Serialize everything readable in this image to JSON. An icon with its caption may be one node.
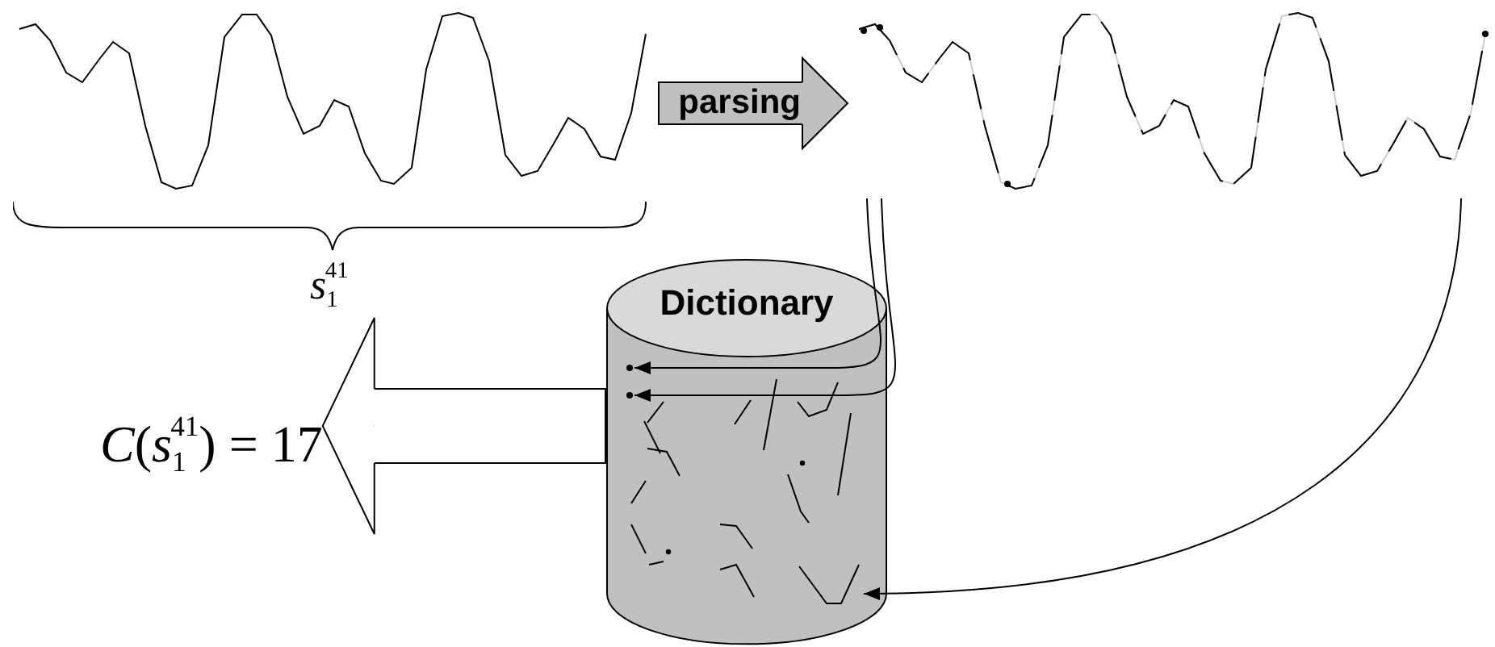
{
  "diagram": {
    "nodes": [
      {
        "text": [],
        "shape": "picture"
      },
      {
        "text": [],
        "shape": "picture"
      },
      {
        "text": [
          "Dictionary"
        ]
      },
      {
        "text": [],
        "shape": "circle",
        "in": 2
      },
      {
        "text": [],
        "shape": "circle",
        "in": 2
      },
      {
        "text": [],
        "shape": "line",
        "in": 2
      },
      {
        "text": [
          "*C*(*s*$_{1}$$^{41}$) = 17"
        ]
      }
    ],
    "edges": [
      {
        "from": 0,
        "to": 1,
        "arrow": "to",
        "label": "parsing"
      },
      {
        "from": 1,
        "to": 3,
        "arrow": "to"
      },
      {
        "from": 1,
        "to": 4,
        "arrow": "to"
      },
      {
        "from": 1,
        "to": 5,
        "arrow": "to"
      },
      {
        "from": 2,
        "to": 6,
        "arrow": "to"
      }
    ],
    "labels": [
      "*s*$_{1}$$^{41}$"
    ]
  }
}
